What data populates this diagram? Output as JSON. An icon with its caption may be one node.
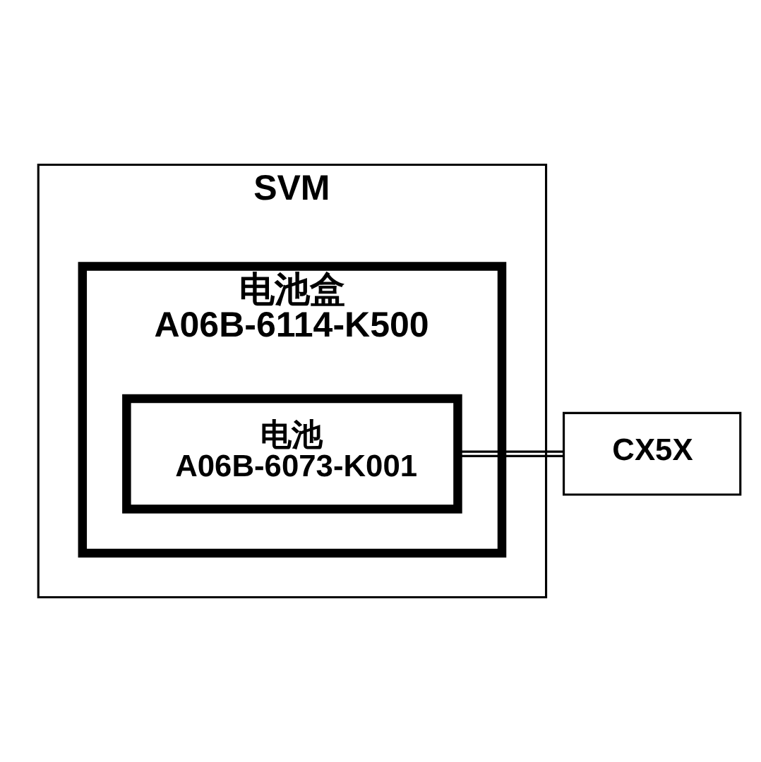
{
  "diagram": {
    "nodes": [
      {
        "text": [
          "SVM"
        ]
      },
      {
        "text": [
          "电池盒",
          "A06B-6114-K500"
        ],
        "in": 0
      },
      {
        "text": [
          "电池",
          "A06B-6073-K001"
        ],
        "in": 1
      },
      {
        "text": [
          "CX5X"
        ]
      }
    ],
    "edges": [
      {
        "from": 2,
        "to": 3,
        "arrow": "none"
      }
    ]
  }
}
